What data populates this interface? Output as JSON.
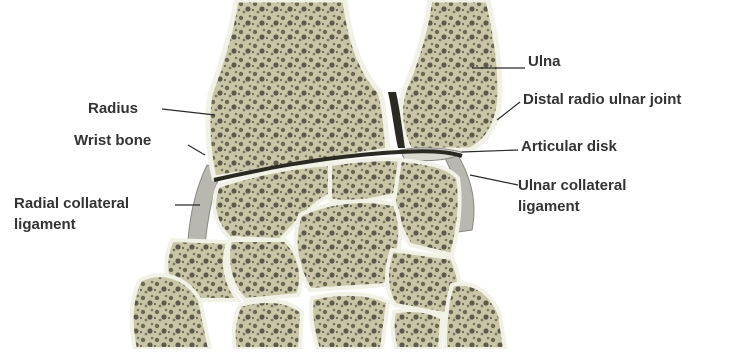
{
  "labels": {
    "ulna": "Ulna",
    "radius": "Radius",
    "distal_radio_ulnar_joint": "Distal radio ulnar joint",
    "wrist_bone": "Wrist bone",
    "articular_disk": "Articular disk",
    "ulnar_collateral_ligament_line1": "Ulnar collateral",
    "ulnar_collateral_ligament_line2": "ligament",
    "radial_collateral_ligament_line1": "Radial collateral",
    "radial_collateral_ligament_line2": "ligament"
  },
  "colors": {
    "bone_fill": "#c9c6a8",
    "bone_texture": "#5c5a48",
    "cortex": "#f2f1e6",
    "joint_space": "#2b2a22",
    "ligament": "#b8b7b0",
    "leader_line": "#2a2a2a",
    "label_text": "#333333"
  }
}
